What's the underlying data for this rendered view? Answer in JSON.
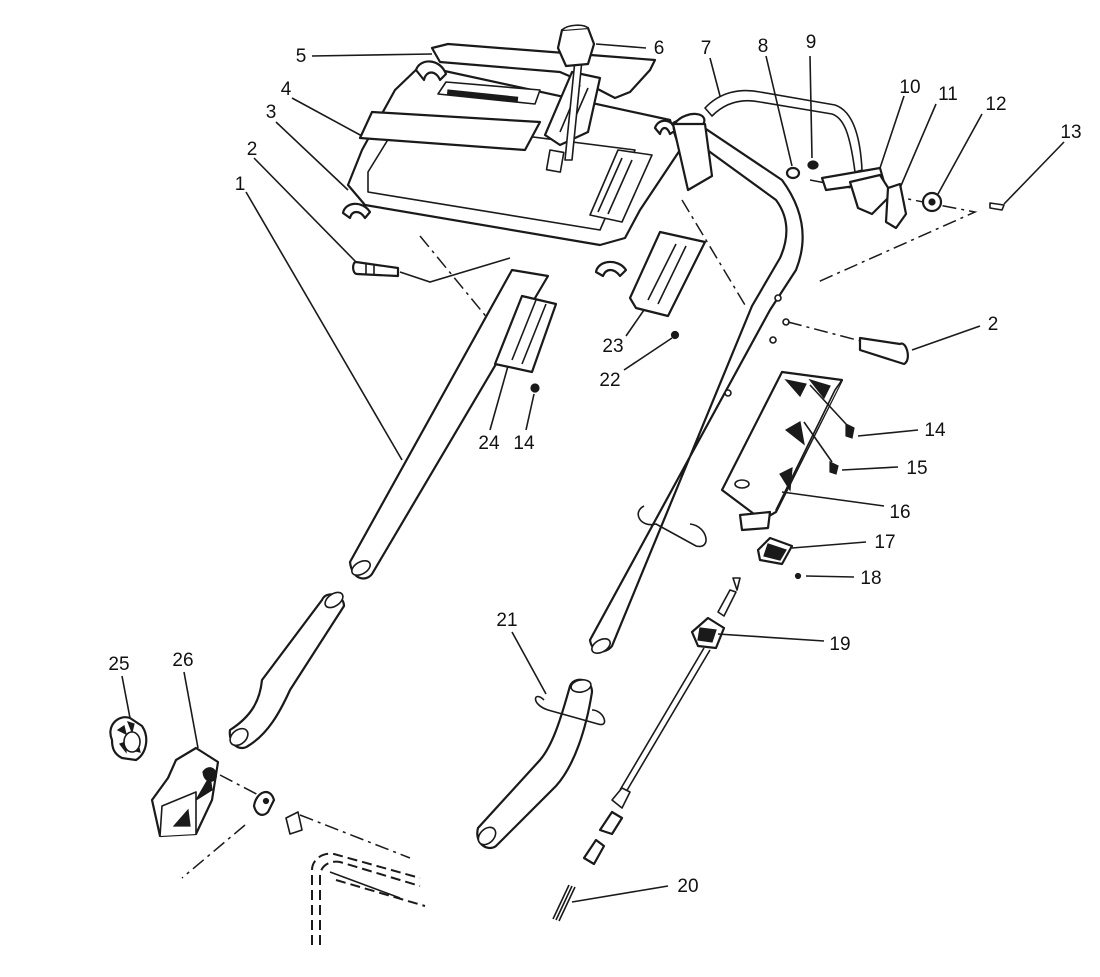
{
  "diagram": {
    "background": "#ffffff",
    "ink": "#1a1a1a",
    "callouts": [
      {
        "id": "c1",
        "label": "1"
      },
      {
        "id": "c2a",
        "label": "2"
      },
      {
        "id": "c2b",
        "label": "2"
      },
      {
        "id": "c3",
        "label": "3"
      },
      {
        "id": "c4",
        "label": "4"
      },
      {
        "id": "c5",
        "label": "5"
      },
      {
        "id": "c6",
        "label": "6"
      },
      {
        "id": "c7",
        "label": "7"
      },
      {
        "id": "c8",
        "label": "8"
      },
      {
        "id": "c9",
        "label": "9"
      },
      {
        "id": "c10",
        "label": "10"
      },
      {
        "id": "c11",
        "label": "11"
      },
      {
        "id": "c12",
        "label": "12"
      },
      {
        "id": "c13",
        "label": "13"
      },
      {
        "id": "c14a",
        "label": "14"
      },
      {
        "id": "c14b",
        "label": "14"
      },
      {
        "id": "c15",
        "label": "15"
      },
      {
        "id": "c16",
        "label": "16"
      },
      {
        "id": "c17",
        "label": "17"
      },
      {
        "id": "c18",
        "label": "18"
      },
      {
        "id": "c19",
        "label": "19"
      },
      {
        "id": "c20",
        "label": "20"
      },
      {
        "id": "c21",
        "label": "21"
      },
      {
        "id": "c22",
        "label": "22"
      },
      {
        "id": "c23",
        "label": "23"
      },
      {
        "id": "c24",
        "label": "24"
      },
      {
        "id": "c25",
        "label": "25"
      },
      {
        "id": "c26",
        "label": "26"
      }
    ]
  }
}
